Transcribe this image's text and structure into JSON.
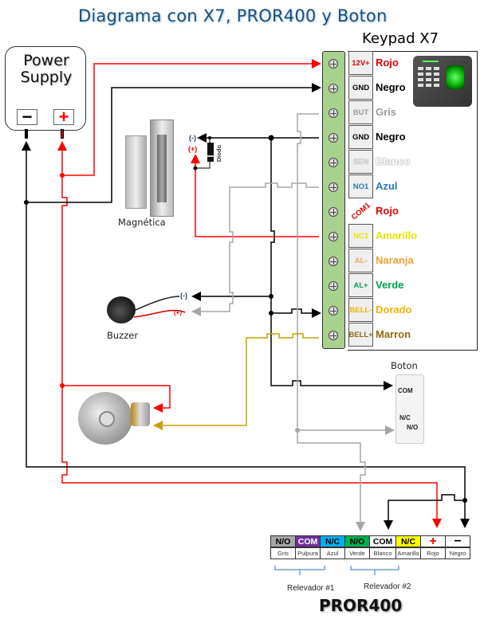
{
  "title": "Diagrama con X7, PROR400 y Boton",
  "power_supply": {
    "label": "Power Supply",
    "terminals": [
      {
        "symbol": "−",
        "polarity": "negative",
        "color": "#000000"
      },
      {
        "symbol": "+",
        "polarity": "positive",
        "color": "#ff0000"
      }
    ]
  },
  "keypad": {
    "title": "Keypad X7",
    "pins": [
      {
        "pin": "12V+",
        "wire": "Rojo",
        "pin_color": "#e00000",
        "wire_color": "#e00000"
      },
      {
        "pin": "GND",
        "wire": "Negro",
        "pin_color": "#000000",
        "wire_color": "#000000"
      },
      {
        "pin": "BUT",
        "wire": "Gris",
        "pin_color": "#9a9a9a",
        "wire_color": "#9a9a9a"
      },
      {
        "pin": "GND",
        "wire": "Negro",
        "pin_color": "#000000",
        "wire_color": "#000000"
      },
      {
        "pin": "SEN",
        "wire": "Blanco",
        "pin_color": "#d8d8d8",
        "wire_color": "#c8c8c8"
      },
      {
        "pin": "NO1",
        "wire": "Azul",
        "pin_color": "#2e75b6",
        "wire_color": "#2e75b6"
      },
      {
        "pin": "COM1",
        "wire": "Rojo",
        "pin_color": "#e00000",
        "wire_color": "#e00000"
      },
      {
        "pin": "NC1",
        "wire": "Amarillo",
        "pin_color": "#e6e600",
        "wire_color": "#e6e600"
      },
      {
        "pin": "AL-",
        "wire": "Naranja",
        "pin_color": "#f4a460",
        "wire_color": "#f0a030"
      },
      {
        "pin": "AL+",
        "wire": "Verde",
        "pin_color": "#00a050",
        "wire_color": "#00a050"
      },
      {
        "pin": "BELL-",
        "wire": "Dorado",
        "pin_color": "#f0b400",
        "wire_color": "#f0b400"
      },
      {
        "pin": "BELL+",
        "wire": "Marron",
        "pin_color": "#8b6b10",
        "wire_color": "#8b6b10"
      }
    ]
  },
  "components": {
    "magnetica": {
      "label": "Magnética",
      "neg": "(-)",
      "pos": "(+)",
      "diode": "Diodo"
    },
    "buzzer": {
      "label": "Buzzer",
      "neg": "(-)",
      "pos": "(+)"
    },
    "boton": {
      "label": "Boton",
      "com": "COM",
      "nc": "N/C",
      "no": "N/O"
    },
    "bell": {
      "label": ""
    }
  },
  "pror400": {
    "title": "PROR400",
    "terminals": [
      {
        "label": "N/O",
        "sub": "Gris",
        "bg": "#a6a6a6",
        "fg": "#000000"
      },
      {
        "label": "COM",
        "sub": "Pulpura",
        "bg": "#7030a0",
        "fg": "#ffffff"
      },
      {
        "label": "N/C",
        "sub": "Azul",
        "bg": "#00b0f0",
        "fg": "#000000"
      },
      {
        "label": "N/O",
        "sub": "Verde",
        "bg": "#00b050",
        "fg": "#000000"
      },
      {
        "label": "COM",
        "sub": "Blanco",
        "bg": "#ffffff",
        "fg": "#000000"
      },
      {
        "label": "N/C",
        "sub": "Amarillo",
        "bg": "#ffff00",
        "fg": "#000000"
      },
      {
        "label": "+",
        "sub": "Rojo",
        "bg": "#ffffff",
        "fg": "#ff0000"
      },
      {
        "label": "−",
        "sub": "Negro",
        "bg": "#ffffff",
        "fg": "#000000"
      }
    ],
    "relays": [
      {
        "label": "Relevador #1"
      },
      {
        "label": "Relevador #2"
      }
    ]
  },
  "wire_colors": {
    "red": "#ff0000",
    "black": "#000000",
    "gray": "#a6a6a6",
    "gold": "#c8a000"
  }
}
